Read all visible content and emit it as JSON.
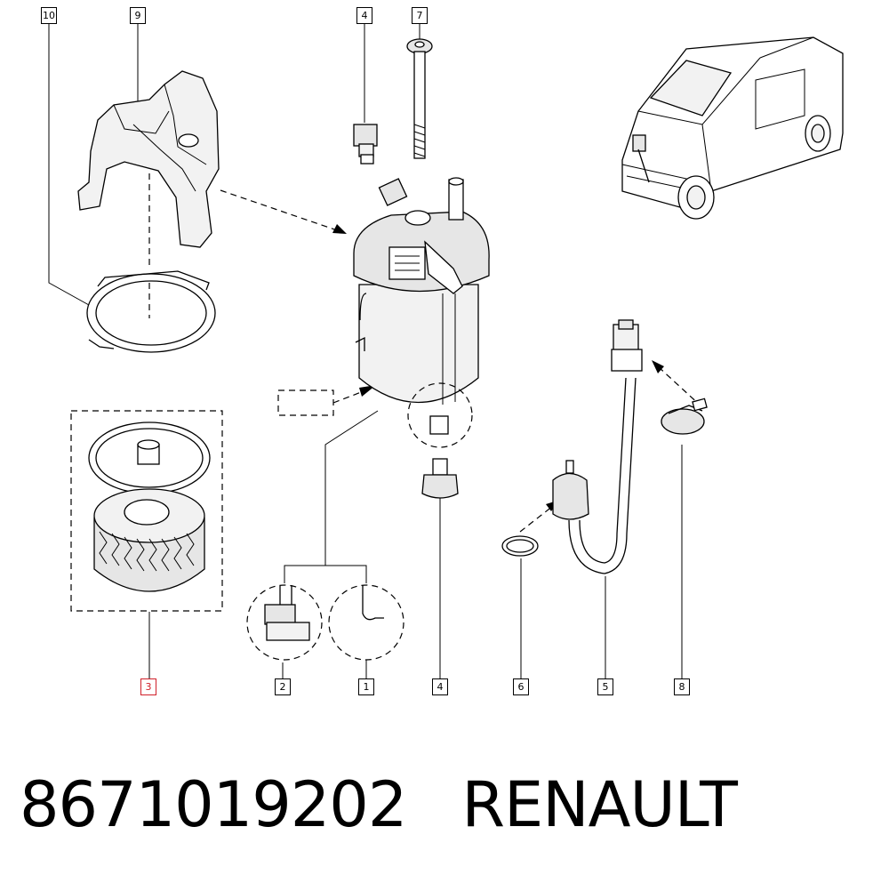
{
  "callouts": {
    "c10": "10",
    "c9": "9",
    "c4_top": "4",
    "c7": "7",
    "c3": "3",
    "c2": "2",
    "c1": "1",
    "c4_bottom": "4",
    "c6": "6",
    "c5": "5",
    "c8": "8"
  },
  "footer": {
    "part_number": "8671019202",
    "brand": "RENAULT"
  },
  "colors": {
    "highlight": "#d0202a",
    "line": "#000000",
    "shade": "#e6e6e6"
  }
}
